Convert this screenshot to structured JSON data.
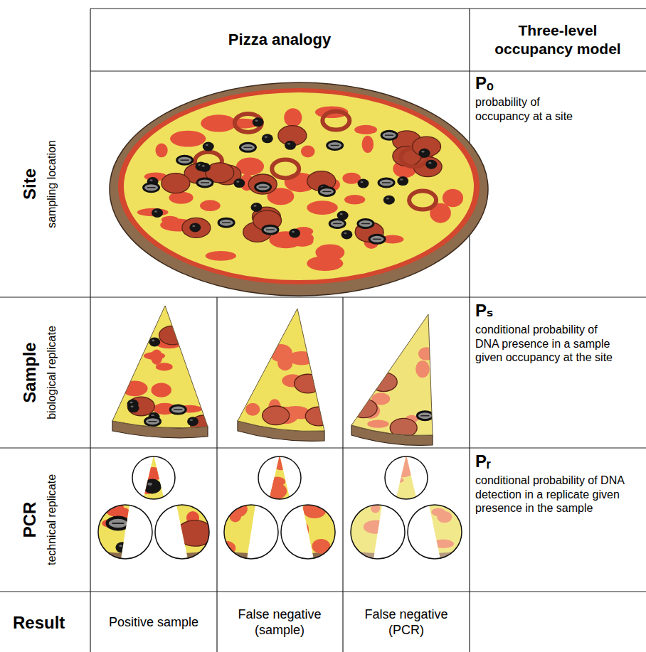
{
  "diagram": {
    "labels": [
      "Pizza analogy",
      "Three-level occupancy model",
      "Site",
      "sampling location",
      "Pₒ",
      "probability of occupancy at a site",
      "Sample",
      "biological replicate",
      "Pₛ",
      "conditional probability of DNA presence in a sample given occupancy at the site",
      "PCR",
      "technical replicate",
      "Pᵣ",
      "conditional probability of DNA detection in a replicate given presence in the sample",
      "Result",
      "Positive sample",
      "False negative (sample)",
      "False negative (PCR)"
    ]
  }
}
